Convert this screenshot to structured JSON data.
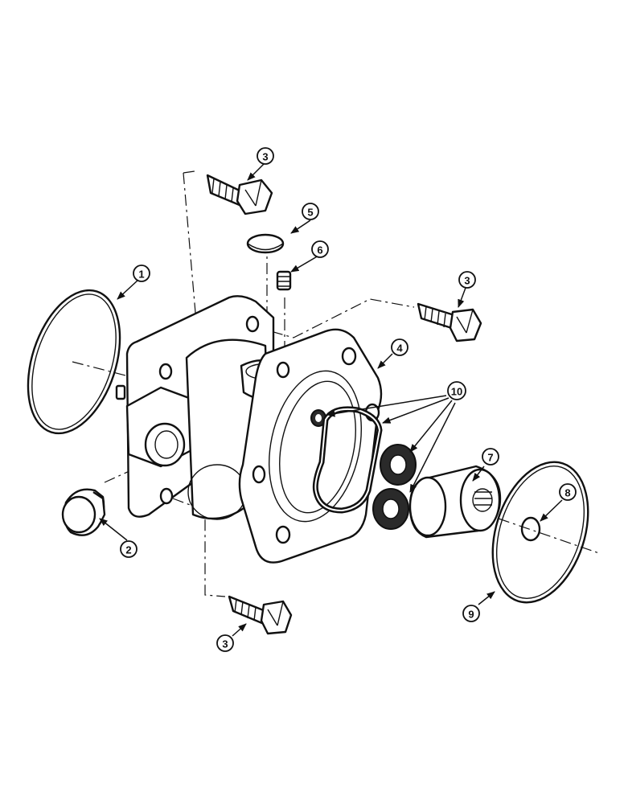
{
  "callouts": [
    {
      "id": "c1",
      "label": "1"
    },
    {
      "id": "c2",
      "label": "2"
    },
    {
      "id": "c3a",
      "label": "3"
    },
    {
      "id": "c3b",
      "label": "3"
    },
    {
      "id": "c3c",
      "label": "3"
    },
    {
      "id": "c4",
      "label": "4"
    },
    {
      "id": "c5",
      "label": "5"
    },
    {
      "id": "c6",
      "label": "6"
    },
    {
      "id": "c7",
      "label": "7"
    },
    {
      "id": "c8",
      "label": "8"
    },
    {
      "id": "c9",
      "label": "9"
    },
    {
      "id": "c10",
      "label": "10"
    }
  ]
}
